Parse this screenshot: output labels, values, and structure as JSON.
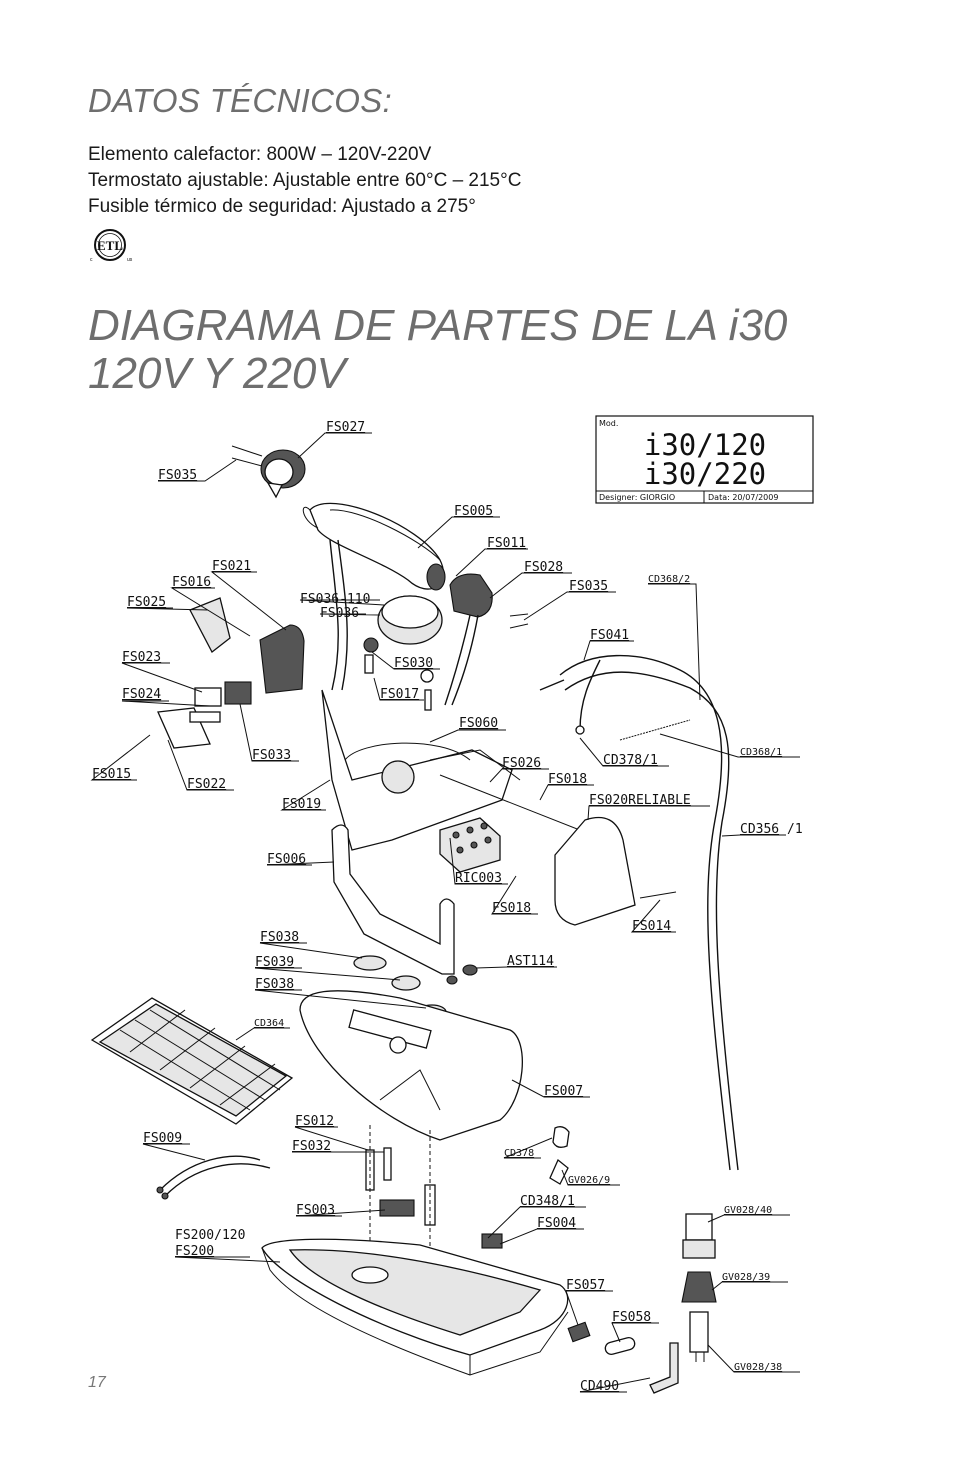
{
  "technical": {
    "heading": "DATOS TÉCNICOS:",
    "specs": [
      "Elemento calefactor: 800W – 120V-220V",
      "Termostato ajustable: Ajustable entre 60°C – 215°C",
      "Fusible térmico de seguridad: Ajustado a 275°"
    ],
    "certification_mark": "ETL"
  },
  "diagram": {
    "heading_line1": "DIAGRAMA DE PARTES DE LA i30",
    "heading_line2": "120V Y 220V",
    "title_block": {
      "mod_label": "Mod.",
      "model_1": "i30/120",
      "model_2": "i30/220",
      "designer": "Designer:  GIORGIO",
      "date": "Data:  20/07/2009"
    },
    "parts": {
      "fs027": "FS027",
      "fs035a": "FS035",
      "fs005": "FS005",
      "fs011": "FS011",
      "fs028": "FS028",
      "fs035b": "FS035",
      "cd368_2": "CD368/2",
      "fs021": "FS021",
      "fs016": "FS016",
      "fs025": "FS025",
      "fs036_110": "FS036-110",
      "fs036": "FS036",
      "fs041": "FS041",
      "fs030": "FS030",
      "fs023": "FS023",
      "fs024": "FS024",
      "fs017": "FS017",
      "fs060": "FS060",
      "cd378_1": "CD378/1",
      "cd368_1": "CD368/1",
      "fs033": "FS033",
      "fs015": "FS015",
      "fs022": "FS022",
      "fs026": "FS026",
      "fs018a": "FS018",
      "fs020": "FS020RELIABLE",
      "fs019": "FS019",
      "cd356": "CD356",
      "cd356_suffix": "/1",
      "fs006": "FS006",
      "ric003": "RIC003",
      "fs018b": "FS018",
      "fs014": "FS014",
      "fs038a": "FS038",
      "fs039": "FS039",
      "ast114": "AST114",
      "fs038b": "FS038",
      "cd364": "CD364",
      "fs007": "FS007",
      "fs012": "FS012",
      "fs009": "FS009",
      "fs032": "FS032",
      "cd378": "CD378",
      "gv026_9": "GV026/9",
      "fs003": "FS003",
      "cd348_1": "CD348/1",
      "gv028_40": "GV028/40",
      "fs004": "FS004",
      "fs200_120": "FS200/120",
      "fs200": "FS200",
      "gv028_39": "GV028/39",
      "fs057": "FS057",
      "fs058": "FS058",
      "cd490": "CD490",
      "gv028_38": "GV028/38"
    }
  },
  "footer": {
    "page_number": "17"
  }
}
